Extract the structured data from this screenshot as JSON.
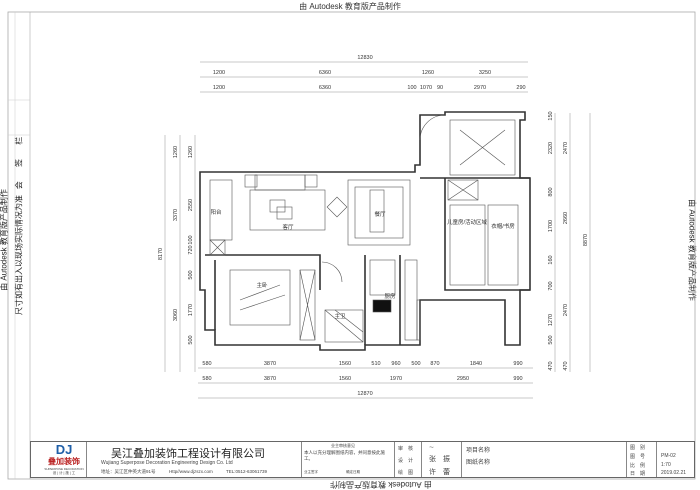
{
  "watermark": "由 Autodesk 教育版产品制作",
  "side": {
    "note": "尺寸如有出入以现场实际情况为准",
    "sign": "会 签 栏"
  },
  "rooms": {
    "balcony": "阳台",
    "living": "客厅",
    "dining": "餐厅",
    "master_bedroom": "主卧",
    "master_bath": "主卫",
    "kitchen": "厨房",
    "kids_room": "儿童房/活动区域",
    "cloakroom": "衣帽/书房"
  },
  "dims": {
    "top_total": "12830",
    "top_row1": [
      "1200",
      "6360",
      "1260",
      "3250"
    ],
    "top_row2": [
      "1200",
      "6360",
      "100",
      "1070",
      "90",
      "2970",
      "290"
    ],
    "bottom_row1": [
      "580",
      "3870",
      "1560",
      "510",
      "960",
      "500",
      "870",
      "1840",
      "990"
    ],
    "bottom_row2": [
      "580",
      "3870",
      "1560",
      "1970",
      "2950",
      "990"
    ],
    "bottom_total": "12870",
    "left_total": "8170",
    "left_row1": [
      "1260",
      "3370",
      "3060"
    ],
    "left_row2": [
      "1260",
      "2550",
      "100",
      "720",
      "500",
      "1770",
      "500"
    ],
    "right_row1": [
      "150",
      "2320",
      "800",
      "1700",
      "160",
      "700",
      "1270",
      "500",
      "470"
    ],
    "right_row2": [
      "2470",
      "2660",
      "2470",
      "470"
    ],
    "right_total": "8870"
  },
  "title_block": {
    "logo_text": "叠加装饰",
    "logo_sub": "SUPERPOSE DECORATION",
    "logo_tag": "设 | 计 | 施 | 工",
    "company_cn": "吴江叠加装饰工程设计有限公司",
    "company_en": "Wujiang Superpose Decoration Engineering Design Co. Ltd",
    "address": "地址：吴江区仲英大道91号",
    "website": "Http//www.djzszx.com",
    "tel": "TEL:0512-63061739",
    "owner_review": "业主审核意见",
    "owner_statement": "本人以充分理解图纸内容，并同意按此施工。",
    "owner_sign": "业主签字",
    "confirm_date": "确定日期",
    "review_label": "审　核",
    "design_label": "设　计",
    "design_name": "张　振",
    "draw_label": "绘　图",
    "draw_name": "许　蕾",
    "project_name": "项目名称",
    "drawing_name": "图纸名称",
    "labels": [
      "图　别",
      "图　号",
      "比　例",
      "日　期"
    ],
    "values": [
      "",
      "PM-02",
      "1:70",
      "2019.02.21"
    ]
  }
}
